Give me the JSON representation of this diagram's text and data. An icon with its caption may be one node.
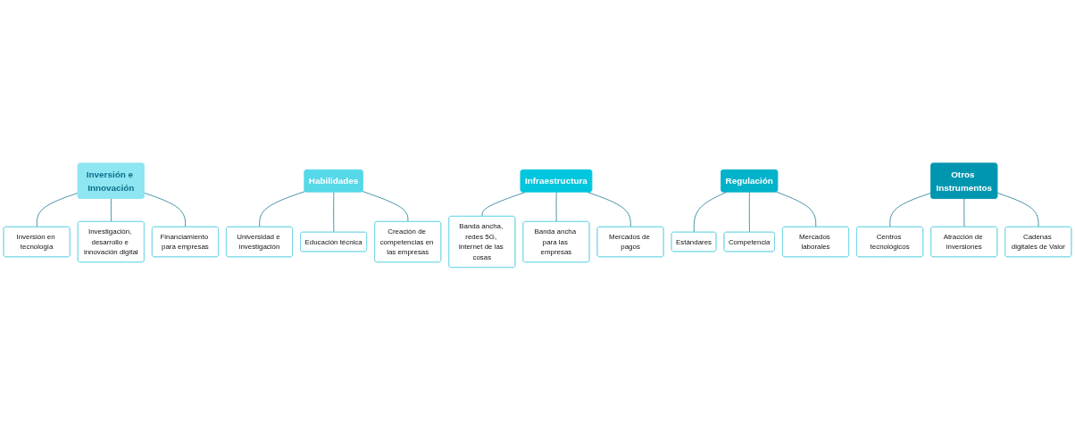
{
  "diagram": {
    "nodes": [
      {
        "text": [
          "Inversión e Innovación"
        ]
      },
      {
        "text": [
          "Inversión en tecnología"
        ]
      },
      {
        "text": [
          "Investigación, desarrollo e innovación digital"
        ]
      },
      {
        "text": [
          "Financiamiento para empresas"
        ]
      },
      {
        "text": [
          "Habilidades"
        ]
      },
      {
        "text": [
          "Universidad e investigación"
        ]
      },
      {
        "text": [
          "Educación técnica"
        ]
      },
      {
        "text": [
          "Creación de competencias en las empresas"
        ]
      },
      {
        "text": [
          "Infraestructura"
        ]
      },
      {
        "text": [
          "Banda ancha, redes 5G, Internet de las cosas"
        ]
      },
      {
        "text": [
          "Banda ancha para las empresas"
        ]
      },
      {
        "text": [
          "Mercados de pagos"
        ]
      },
      {
        "text": [
          "Regulación"
        ]
      },
      {
        "text": [
          "Estándares"
        ]
      },
      {
        "text": [
          "Competencia"
        ]
      },
      {
        "text": [
          "Mercados laborales"
        ]
      },
      {
        "text": [
          "Otros Instrumentos"
        ]
      },
      {
        "text": [
          "Centros tecnológicos"
        ]
      },
      {
        "text": [
          "Atracción de inversiones"
        ]
      },
      {
        "text": [
          "Cadenas digitales de Valor"
        ]
      }
    ],
    "edges": [
      {
        "from": 0,
        "to": 1,
        "arrow": "none"
      },
      {
        "from": 0,
        "to": 2,
        "arrow": "none"
      },
      {
        "from": 0,
        "to": 3,
        "arrow": "none"
      },
      {
        "from": 4,
        "to": 5,
        "arrow": "none"
      },
      {
        "from": 4,
        "to": 6,
        "arrow": "none"
      },
      {
        "from": 4,
        "to": 7,
        "arrow": "none"
      },
      {
        "from": 8,
        "to": 9,
        "arrow": "none"
      },
      {
        "from": 8,
        "to": 10,
        "arrow": "none"
      },
      {
        "from": 8,
        "to": 11,
        "arrow": "none"
      },
      {
        "from": 12,
        "to": 13,
        "arrow": "none"
      },
      {
        "from": 12,
        "to": 14,
        "arrow": "none"
      },
      {
        "from": 12,
        "to": 15,
        "arrow": "none"
      },
      {
        "from": 16,
        "to": 17,
        "arrow": "none"
      },
      {
        "from": 16,
        "to": 18,
        "arrow": "none"
      },
      {
        "from": 16,
        "to": 19,
        "arrow": "none"
      }
    ]
  }
}
